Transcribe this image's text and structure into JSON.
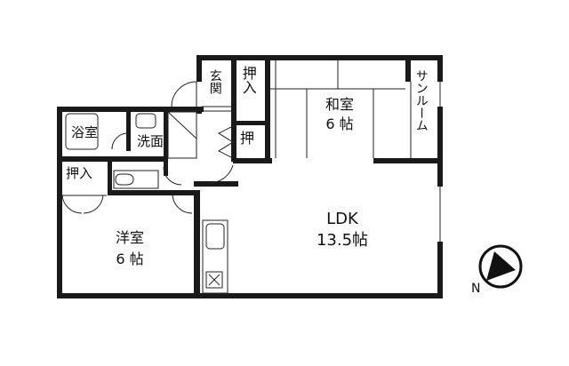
{
  "floor_plan": {
    "rooms": [
      {
        "id": "genkan",
        "label": "玄関",
        "meaning": "entrance"
      },
      {
        "id": "oshiire_1",
        "label": "押入",
        "meaning": "closet"
      },
      {
        "id": "oshi_2",
        "label": "押",
        "meaning": "closet (small)"
      },
      {
        "id": "washitsu",
        "label": "和室",
        "size": "6 帖",
        "meaning": "Japanese-style room"
      },
      {
        "id": "sunroom",
        "label": "サンルーム",
        "meaning": "sunroom"
      },
      {
        "id": "yokushitsu",
        "label": "浴室",
        "meaning": "bathroom"
      },
      {
        "id": "senmen",
        "label": "洗面",
        "meaning": "washroom"
      },
      {
        "id": "oshiire_3",
        "label": "押入",
        "meaning": "closet"
      },
      {
        "id": "yoshitsu",
        "label": "洋室",
        "size": "6 帖",
        "meaning": "Western-style room"
      },
      {
        "id": "ldk",
        "label": "LDK",
        "size": "13.5帖",
        "meaning": "living/dining/kitchen"
      }
    ],
    "compass": {
      "label": "N",
      "icon": "north-arrow-icon"
    },
    "colors": {
      "wall": "#1a1a1a",
      "background": "#ffffff",
      "line": "#222222"
    }
  }
}
